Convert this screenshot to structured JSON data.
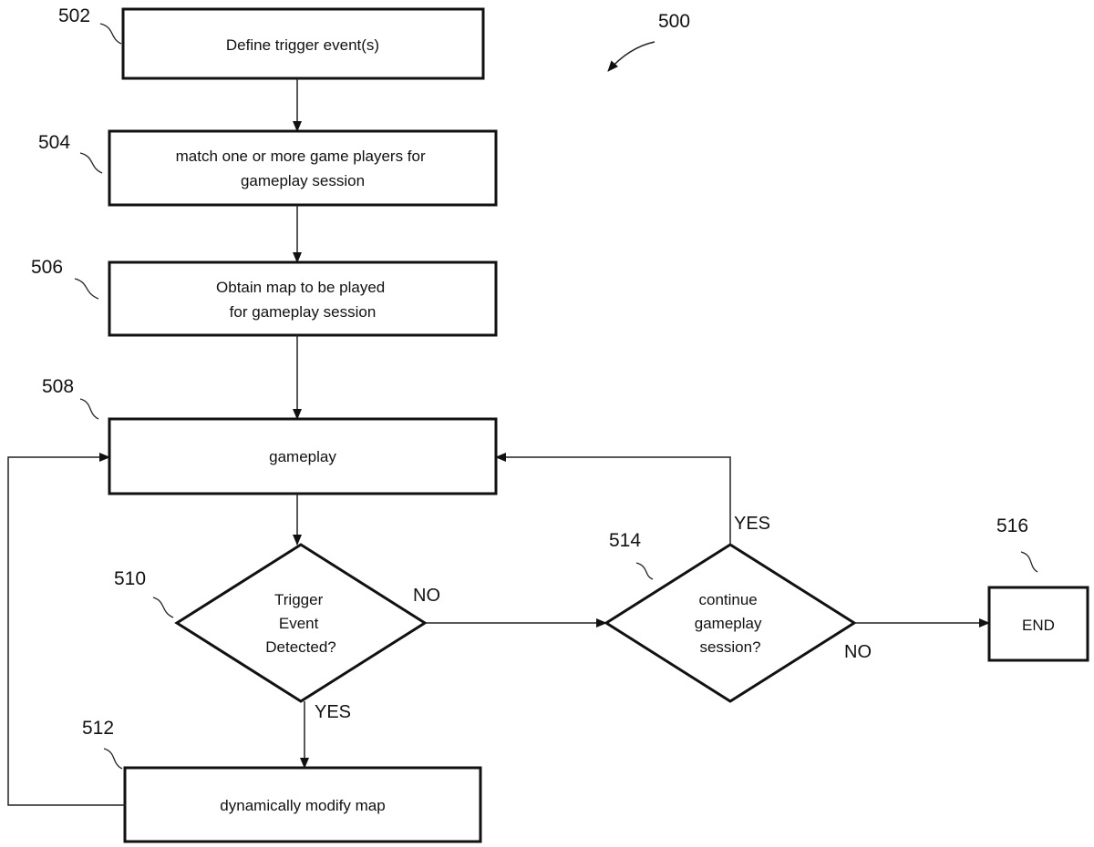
{
  "figure_number": "500",
  "nodes": {
    "n502": {
      "ref": "502",
      "lines": [
        "Define trigger event(s)"
      ]
    },
    "n504": {
      "ref": "504",
      "lines": [
        "match one or more game players for",
        "gameplay session"
      ]
    },
    "n506": {
      "ref": "506",
      "lines": [
        "Obtain map to be played",
        "for gameplay session"
      ]
    },
    "n508": {
      "ref": "508",
      "lines": [
        "gameplay"
      ]
    },
    "n510": {
      "ref": "510",
      "lines": [
        "Trigger",
        "Event",
        "Detected?"
      ]
    },
    "n512": {
      "ref": "512",
      "lines": [
        "dynamically modify map"
      ]
    },
    "n514": {
      "ref": "514",
      "lines": [
        "continue",
        "gameplay",
        "session?"
      ]
    },
    "n516": {
      "ref": "516",
      "lines": [
        "END"
      ]
    }
  },
  "branches": {
    "d510_no": "NO",
    "d510_yes": "YES",
    "d514_yes": "YES",
    "d514_no": "NO"
  },
  "colors": {
    "line": "#111111",
    "background": "#ffffff"
  }
}
